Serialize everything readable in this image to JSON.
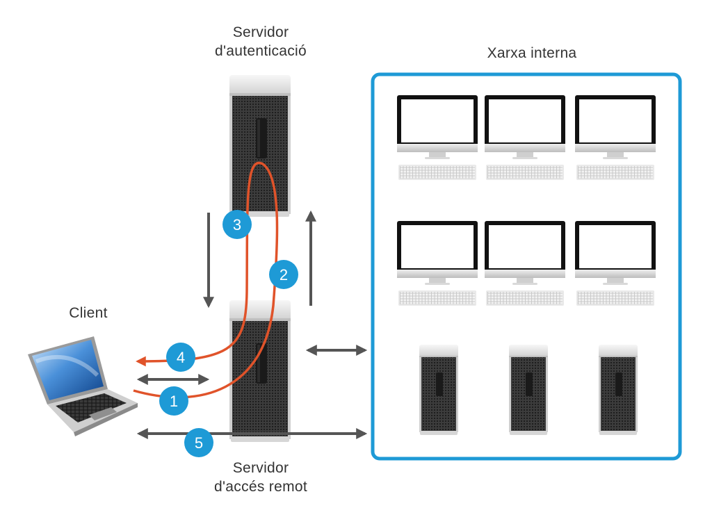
{
  "labels": {
    "auth_server": [
      "Servidor",
      "d'autenticació"
    ],
    "internal_network": "Xarxa interna",
    "client": "Client",
    "remote_server": [
      "Servidor",
      "d'accés remot"
    ]
  },
  "steps": [
    "1",
    "2",
    "3",
    "4",
    "5"
  ],
  "colors": {
    "accent_blue": "#1e9ad6",
    "flow_orange": "#e0532a",
    "arrow_gray": "#555555",
    "network_border": "#1e9ad6"
  }
}
